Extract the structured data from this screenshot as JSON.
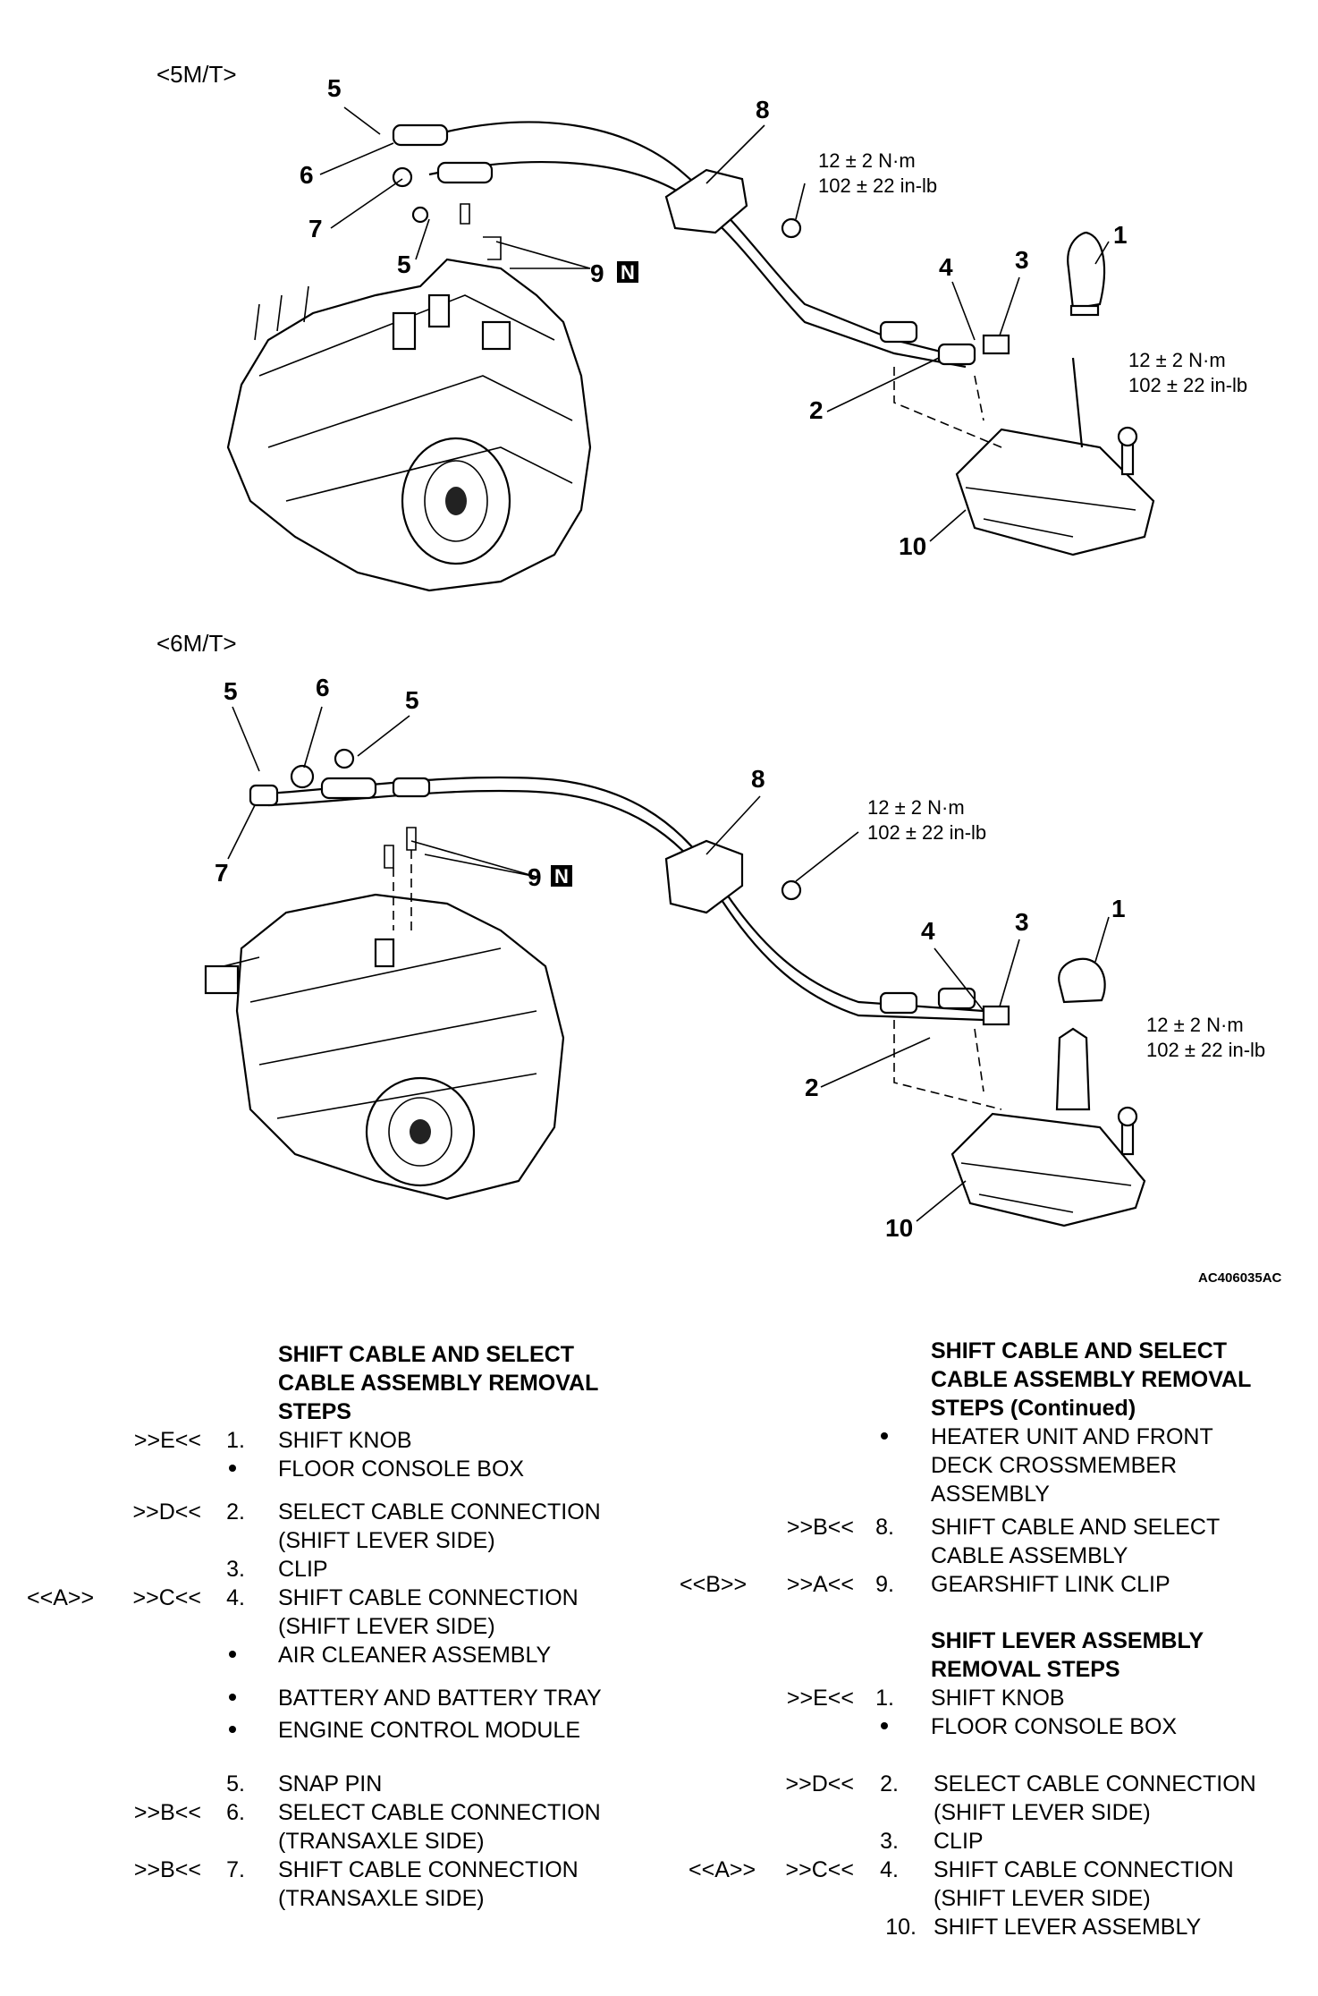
{
  "diagram": {
    "section_5mt": "<5M/T>",
    "section_6mt": "<6M/T>",
    "figure_code": "AC406035AC",
    "torque_value": "12 ± 2 N·m",
    "torque_value_imperial": "102 ± 22 in-lb",
    "callouts": [
      "1",
      "2",
      "3",
      "4",
      "5",
      "6",
      "7",
      "8",
      "9",
      "10"
    ],
    "n_mark": "N"
  },
  "left_list": {
    "heading_lines": [
      "SHIFT CABLE AND SELECT",
      "CABLE ASSEMBLY REMOVAL",
      "STEPS"
    ],
    "items": [
      {
        "code1": "",
        "code2": ">>E<<",
        "num": "1.",
        "lines": [
          "SHIFT KNOB"
        ]
      },
      {
        "code1": "",
        "code2": "",
        "num": "•",
        "lines": [
          "FLOOR CONSOLE BOX"
        ]
      },
      {
        "code1": "",
        "code2": ">>D<<",
        "num": "2.",
        "lines": [
          "SELECT CABLE CONNECTION",
          "(SHIFT LEVER SIDE)"
        ]
      },
      {
        "code1": "",
        "code2": "",
        "num": "3.",
        "lines": [
          "CLIP"
        ]
      },
      {
        "code1": "<<A>>",
        "code2": ">>C<<",
        "num": "4.",
        "lines": [
          "SHIFT CABLE CONNECTION",
          "(SHIFT LEVER SIDE)"
        ]
      },
      {
        "code1": "",
        "code2": "",
        "num": "•",
        "lines": [
          "AIR CLEANER ASSEMBLY"
        ]
      },
      {
        "code1": "",
        "code2": "",
        "num": "•",
        "lines": [
          "BATTERY AND BATTERY TRAY"
        ]
      },
      {
        "code1": "",
        "code2": "",
        "num": "•",
        "lines": [
          "ENGINE CONTROL MODULE"
        ]
      },
      {
        "code1": "",
        "code2": "",
        "num": "5.",
        "lines": [
          "SNAP PIN"
        ]
      },
      {
        "code1": "",
        "code2": ">>B<<",
        "num": "6.",
        "lines": [
          "SELECT CABLE CONNECTION",
          "(TRANSAXLE SIDE)"
        ]
      },
      {
        "code1": "",
        "code2": ">>B<<",
        "num": "7.",
        "lines": [
          "SHIFT CABLE CONNECTION",
          "(TRANSAXLE SIDE)"
        ]
      }
    ]
  },
  "right_list": {
    "heading_lines": [
      "SHIFT CABLE AND SELECT",
      "CABLE ASSEMBLY REMOVAL",
      "STEPS (Continued)"
    ],
    "items": [
      {
        "code1": "",
        "code2": "",
        "num": "•",
        "lines": [
          "HEATER UNIT AND FRONT",
          "DECK CROSSMEMBER",
          "ASSEMBLY"
        ]
      },
      {
        "code1": "",
        "code2": ">>B<<",
        "num": "8.",
        "lines": [
          "SHIFT CABLE AND SELECT",
          "CABLE ASSEMBLY"
        ]
      },
      {
        "code1": "<<B>>",
        "code2": ">>A<<",
        "num": "9.",
        "lines": [
          "GEARSHIFT LINK CLIP"
        ]
      }
    ],
    "heading2_lines": [
      "SHIFT LEVER ASSEMBLY",
      "REMOVAL STEPS"
    ],
    "items2": [
      {
        "code1": "",
        "code2": ">>E<<",
        "num": "1.",
        "lines": [
          "SHIFT KNOB"
        ]
      },
      {
        "code1": "",
        "code2": "",
        "num": "•",
        "lines": [
          "FLOOR CONSOLE BOX"
        ]
      },
      {
        "code1": "",
        "code2": ">>D<<",
        "num": "2.",
        "lines": [
          "SELECT CABLE CONNECTION",
          "(SHIFT LEVER SIDE)"
        ]
      },
      {
        "code1": "",
        "code2": "",
        "num": "3.",
        "lines": [
          "CLIP"
        ]
      },
      {
        "code1": "<<A>>",
        "code2": ">>C<<",
        "num": "4.",
        "lines": [
          "SHIFT CABLE CONNECTION",
          "(SHIFT LEVER SIDE)"
        ]
      },
      {
        "code1": "",
        "code2": "",
        "num": "10.",
        "lines": [
          "SHIFT LEVER ASSEMBLY"
        ]
      }
    ]
  }
}
